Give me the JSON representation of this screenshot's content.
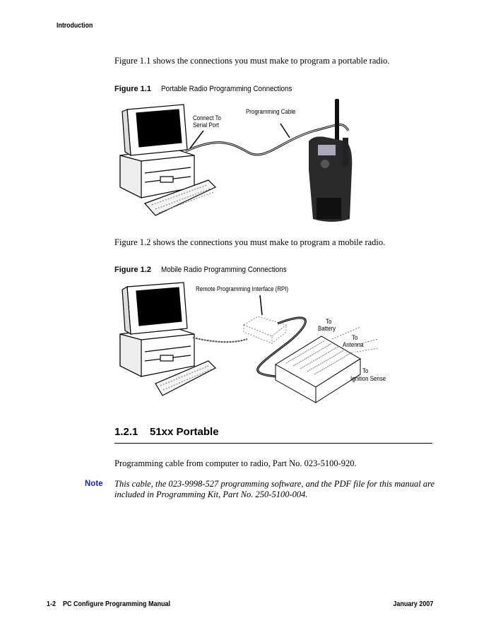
{
  "header": {
    "section": "Introduction"
  },
  "paragraphs": {
    "fig1_intro": "Figure 1.1 shows the connections you must make to program a portable radio.",
    "fig2_intro": "Figure 1.2 shows the connections you must make to program a mobile radio.",
    "cable": "Programming cable from computer to radio, Part No. 023-5100-920."
  },
  "figure1": {
    "number": "Figure 1.1",
    "title": "Portable Radio Programming Connections",
    "labels": {
      "connect_line1": "Connect To",
      "connect_line2": "Serial Port",
      "cable": "Programming Cable"
    }
  },
  "figure2": {
    "number": "Figure 1.2",
    "title": "Mobile Radio Programming Connections",
    "labels": {
      "rpi": "Remote Programming Interface (RPI)",
      "to1": "To",
      "battery": "Battery",
      "to2": "To",
      "antenna": "Antenna",
      "to3": "To",
      "ignition": "Ignition Sense"
    }
  },
  "section": {
    "number": "1.2.1",
    "title": "51xx Portable"
  },
  "note": {
    "label": "Note",
    "line1": "This cable, the 023-9998-527 programming software, and the PDF file for this manual are",
    "line2": "included in Programming Kit, Part No. 250-5100-004."
  },
  "footer": {
    "page": "1-2",
    "manual": "PC Configure Programming Manual",
    "date": "January 2007"
  },
  "colors": {
    "note": "#1a2a9c"
  }
}
